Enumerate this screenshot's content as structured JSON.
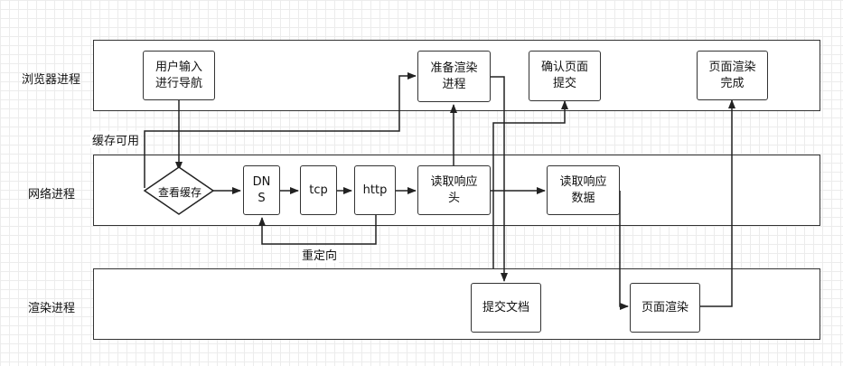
{
  "lanes": {
    "browser": "浏览器进程",
    "network": "网络进程",
    "render": "渲染进程"
  },
  "nodes": {
    "user_input": "用户输入\n进行导航",
    "prepare_render": "准备渲染\n进程",
    "confirm_page": "确认页面\n提交",
    "page_render_done": "页面渲染\n完成",
    "check_cache": "查看缓存",
    "dns": "DN\nS",
    "tcp": "tcp",
    "http": "http",
    "read_headers": "读取响应\n头",
    "read_data": "读取响应\n数据",
    "submit_doc": "提交文档",
    "page_render": "页面渲染"
  },
  "labels": {
    "cache_available": "缓存可用",
    "redirect": "重定向"
  }
}
